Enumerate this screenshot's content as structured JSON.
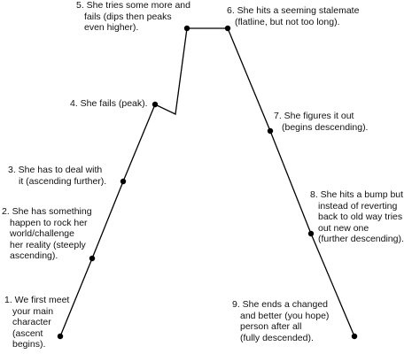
{
  "diagram": {
    "line_color": "#000000",
    "text_color": "#111111",
    "stages": [
      {
        "id": 1,
        "lines": [
          "1. We first meet",
          "your main",
          "character",
          "(ascent",
          "begins)."
        ]
      },
      {
        "id": 2,
        "lines": [
          "2. She has something",
          "happen to rock her",
          "world/challenge",
          "her reality (steeply",
          "ascending)."
        ]
      },
      {
        "id": 3,
        "lines": [
          "3. She has to deal with",
          "it (ascending further)."
        ]
      },
      {
        "id": 4,
        "lines": [
          "4. She fails (peak)."
        ]
      },
      {
        "id": 5,
        "lines": [
          "5. She tries some more and",
          "fails (dips then peaks",
          "even higher)."
        ]
      },
      {
        "id": 6,
        "lines": [
          "6. She hits a seeming stalemate",
          "(flatline, but not too long)."
        ]
      },
      {
        "id": 7,
        "lines": [
          "7. She figures it out",
          "(begins descending)."
        ]
      },
      {
        "id": 8,
        "lines": [
          "8. She hits a bump but",
          "instead of reverting",
          "back to old way tries",
          "out new one",
          "(further descending)."
        ]
      },
      {
        "id": 9,
        "lines": [
          "9. She ends a changed",
          "and better (you hope)",
          "person after all",
          "(fully descended)."
        ]
      }
    ]
  }
}
